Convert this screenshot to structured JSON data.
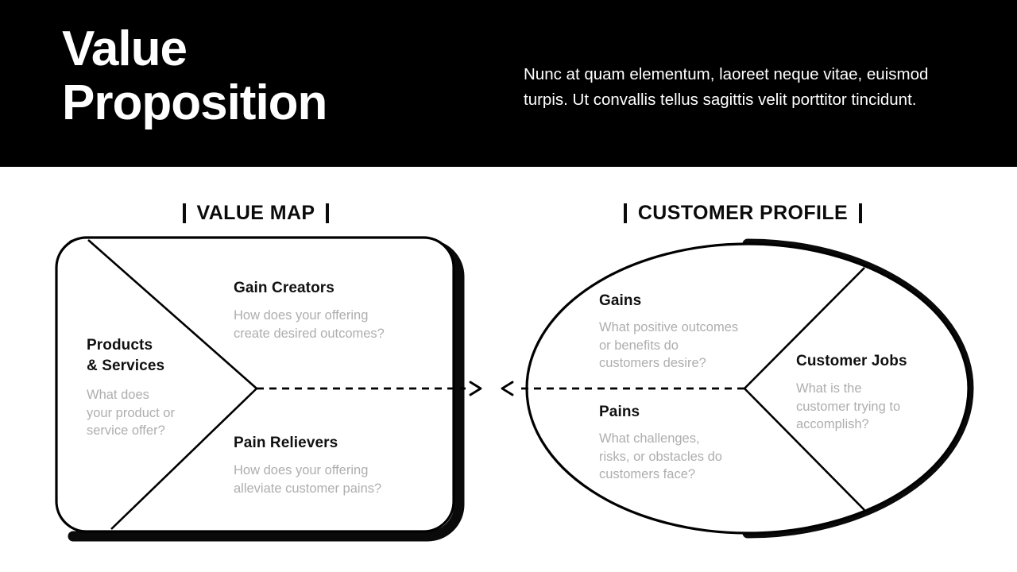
{
  "header": {
    "title": "Value\nProposition",
    "subtitle": "Nunc at quam elementum, laoreet neque vitae, euismod turpis. Ut convallis tellus sagittis velit porttitor tincidunt.",
    "background_color": "#000000",
    "text_color": "#ffffff"
  },
  "sections": {
    "value_map": {
      "heading": "VALUE MAP",
      "left_bar_icon": "vertical-bar-icon",
      "right_bar_icon": "vertical-bar-icon"
    },
    "customer_profile": {
      "heading": "CUSTOMER PROFILE",
      "left_bar_icon": "vertical-bar-icon",
      "right_bar_icon": "vertical-bar-icon"
    }
  },
  "value_map_blocks": {
    "gain_creators": {
      "title": "Gain Creators",
      "description": "How does your offering\ncreate desired outcomes?"
    },
    "products_services": {
      "title": "Products\n& Services",
      "description": "What does\nyour product or\nservice offer?"
    },
    "pain_relievers": {
      "title": "Pain Relievers",
      "description": "How does your offering\nalleviate customer pains?"
    }
  },
  "customer_profile_blocks": {
    "gains": {
      "title": "Gains",
      "description": "What positive outcomes\nor benefits do\ncustomers desire?"
    },
    "customer_jobs": {
      "title": "Customer Jobs",
      "description": "What is the\ncustomer trying to\naccomplish?"
    },
    "pains": {
      "title": "Pains",
      "description": "What challenges,\nrisks, or obstacles do\ncustomers face?"
    }
  },
  "connectors": {
    "left_arrow_icon": "arrow-right-icon",
    "right_arrow_icon": "arrow-left-icon",
    "line_style": "dashed"
  },
  "colors": {
    "background": "#ffffff",
    "stroke": "#000000",
    "title_text": "#101010",
    "muted_text": "#aeaeae",
    "shadow": "#0a0a0a"
  }
}
